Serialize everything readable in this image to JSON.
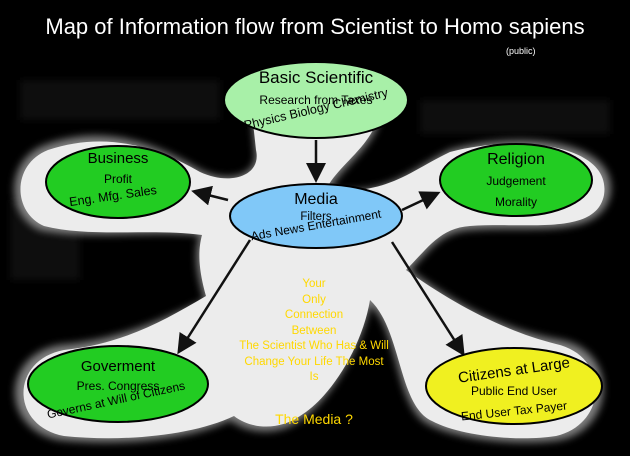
{
  "title": "Map of Information flow from Scientist to Homo sapiens",
  "title_sub": "(public)",
  "nodes": {
    "science": {
      "title": "Basic Scientific",
      "line1": "Research from Taxes",
      "line2": "Physics Biology Chemistry",
      "color": "#a8f0a8"
    },
    "media": {
      "title": "Media",
      "line1": "Filters",
      "line2": "Ads News Entertainment",
      "color": "#80c8f8"
    },
    "business": {
      "title": "Business",
      "line1": "Profit",
      "line2": "Eng. Mfg. Sales",
      "color": "#22cc22"
    },
    "religion": {
      "title": "Religion",
      "line1": "Judgement",
      "line2": "Morality",
      "color": "#22cc22"
    },
    "government": {
      "title": "Goverment",
      "line1": "Pres. Congress",
      "line2": "Governs at Will of Citizens",
      "color": "#22cc22"
    },
    "citizens": {
      "title": "Citizens at Large",
      "line1": "Public End User",
      "line2": "End User Tax Payer",
      "color": "#f0f020"
    }
  },
  "center_text": {
    "lines": [
      "Your",
      "Only",
      "Connection",
      "Between",
      "The Scientist Who Has & Will",
      "Change Your Life The Most",
      "Is"
    ],
    "question": "The Media ?",
    "color": "#ffd800"
  }
}
